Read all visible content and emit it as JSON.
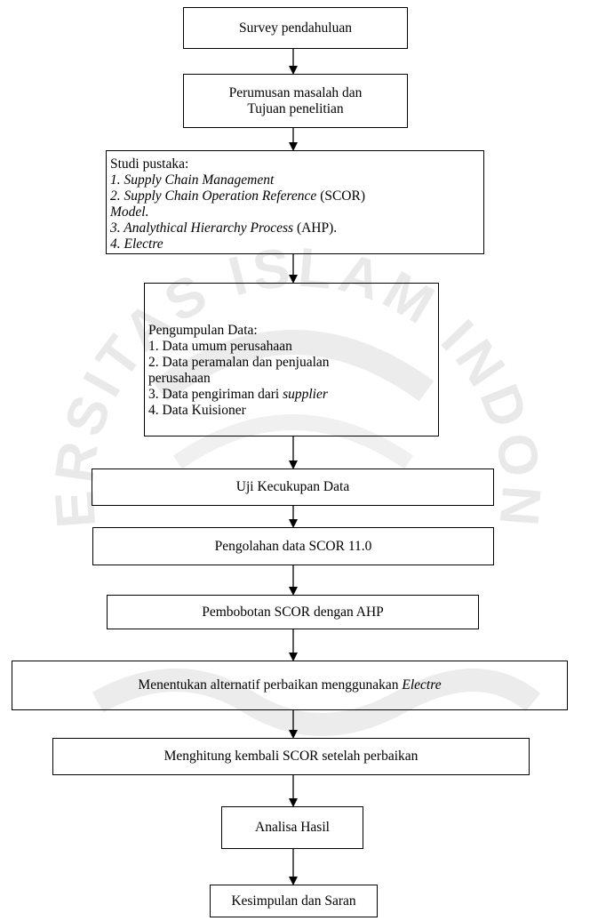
{
  "watermark": {
    "arc_text": "UNIVERSITAS ISLAM INDONESIA",
    "color": "#e9e9e9"
  },
  "steps": {
    "survey": "Survey pendahuluan",
    "rumusan_line1": "Perumusan masalah dan",
    "rumusan_line2": "Tujuan penelitian",
    "studi": {
      "title": "Studi pustaka:",
      "item1": "1. Supply Chain Management",
      "item2_italic": "2. Supply Chain Operation Reference",
      "item2_rest": " (SCOR)",
      "item2_cont": "Model.",
      "item3_italic": "3. Analythical Hierarchy Process",
      "item3_rest": " (AHP).",
      "item4": "4. Electre"
    },
    "pengumpulan": {
      "title": "Pengumpulan Data:",
      "item1": "1. Data umum perusahaan",
      "item2": "2. Data peramalan dan penjualan",
      "item2_cont": "perusahaan",
      "item3_prefix": "3. Data pengiriman dari ",
      "item3_italic": "supplier",
      "item4": "4. Data Kuisioner"
    },
    "uji": "Uji Kecukupan Data",
    "pengolahan": "Pengolahan data SCOR 11.0",
    "pembobotan": "Pembobotan SCOR dengan AHP",
    "alternatif_prefix": "Menentukan alternatif perbaikan menggunakan ",
    "alternatif_italic": "Electre",
    "hitung": "Menghitung kembali SCOR setelah perbaikan",
    "analisa": "Analisa Hasil",
    "kesimpulan": "Kesimpulan dan Saran"
  }
}
